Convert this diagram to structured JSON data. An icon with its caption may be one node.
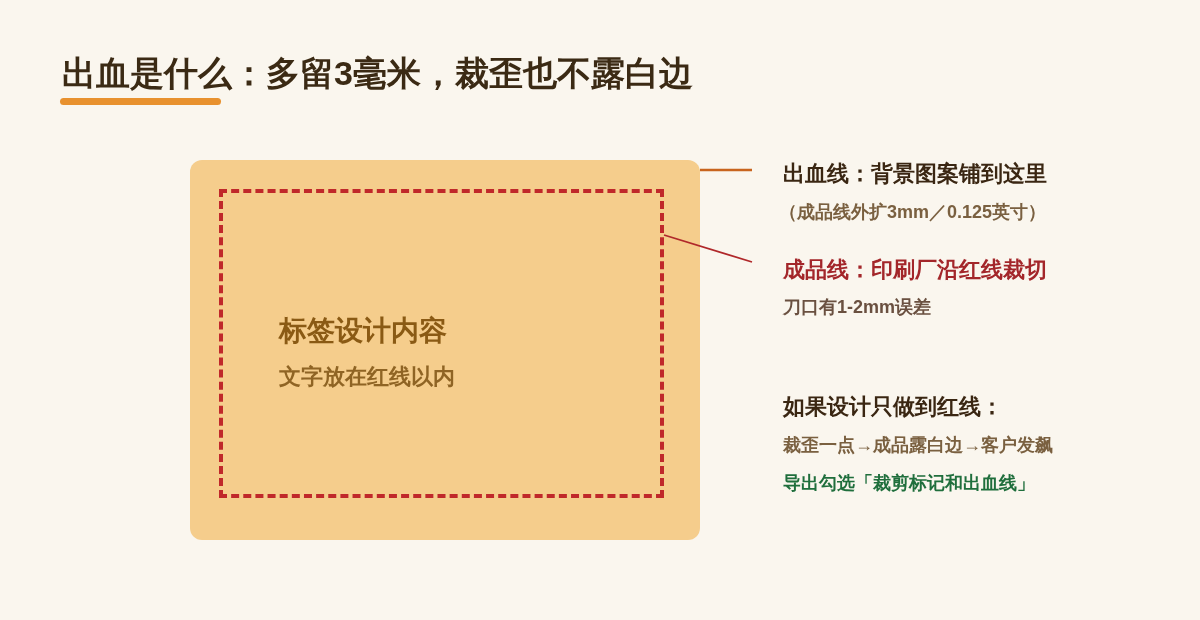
{
  "diagram": {
    "title": "出血是什么：多留3毫米，裁歪也不露白边",
    "nodes": [
      {
        "text": [],
        "shape": "box"
      },
      {
        "text": [
          "标签设计内容",
          "文字放在红线以内"
        ],
        "in": 0
      },
      {
        "text": [
          "出血线：背景图案铺到这里",
          "（成品线外扩3mm／0.125英寸）"
        ]
      },
      {
        "text": [
          "成品线：印刷厂沿红线裁切",
          "刀口有1-2mm误差"
        ]
      }
    ],
    "edges": [
      {
        "from": 2,
        "to": 0,
        "arrow": "none",
        "color": "#c8641e"
      },
      {
        "from": 3,
        "to": 1,
        "arrow": "none",
        "color": "#b0282a"
      }
    ],
    "labels": [
      "如果设计只做到红线：",
      "裁歪一点→成品露白边→客户发飙",
      "导出勾选「裁剪标记和出血线」"
    ]
  }
}
